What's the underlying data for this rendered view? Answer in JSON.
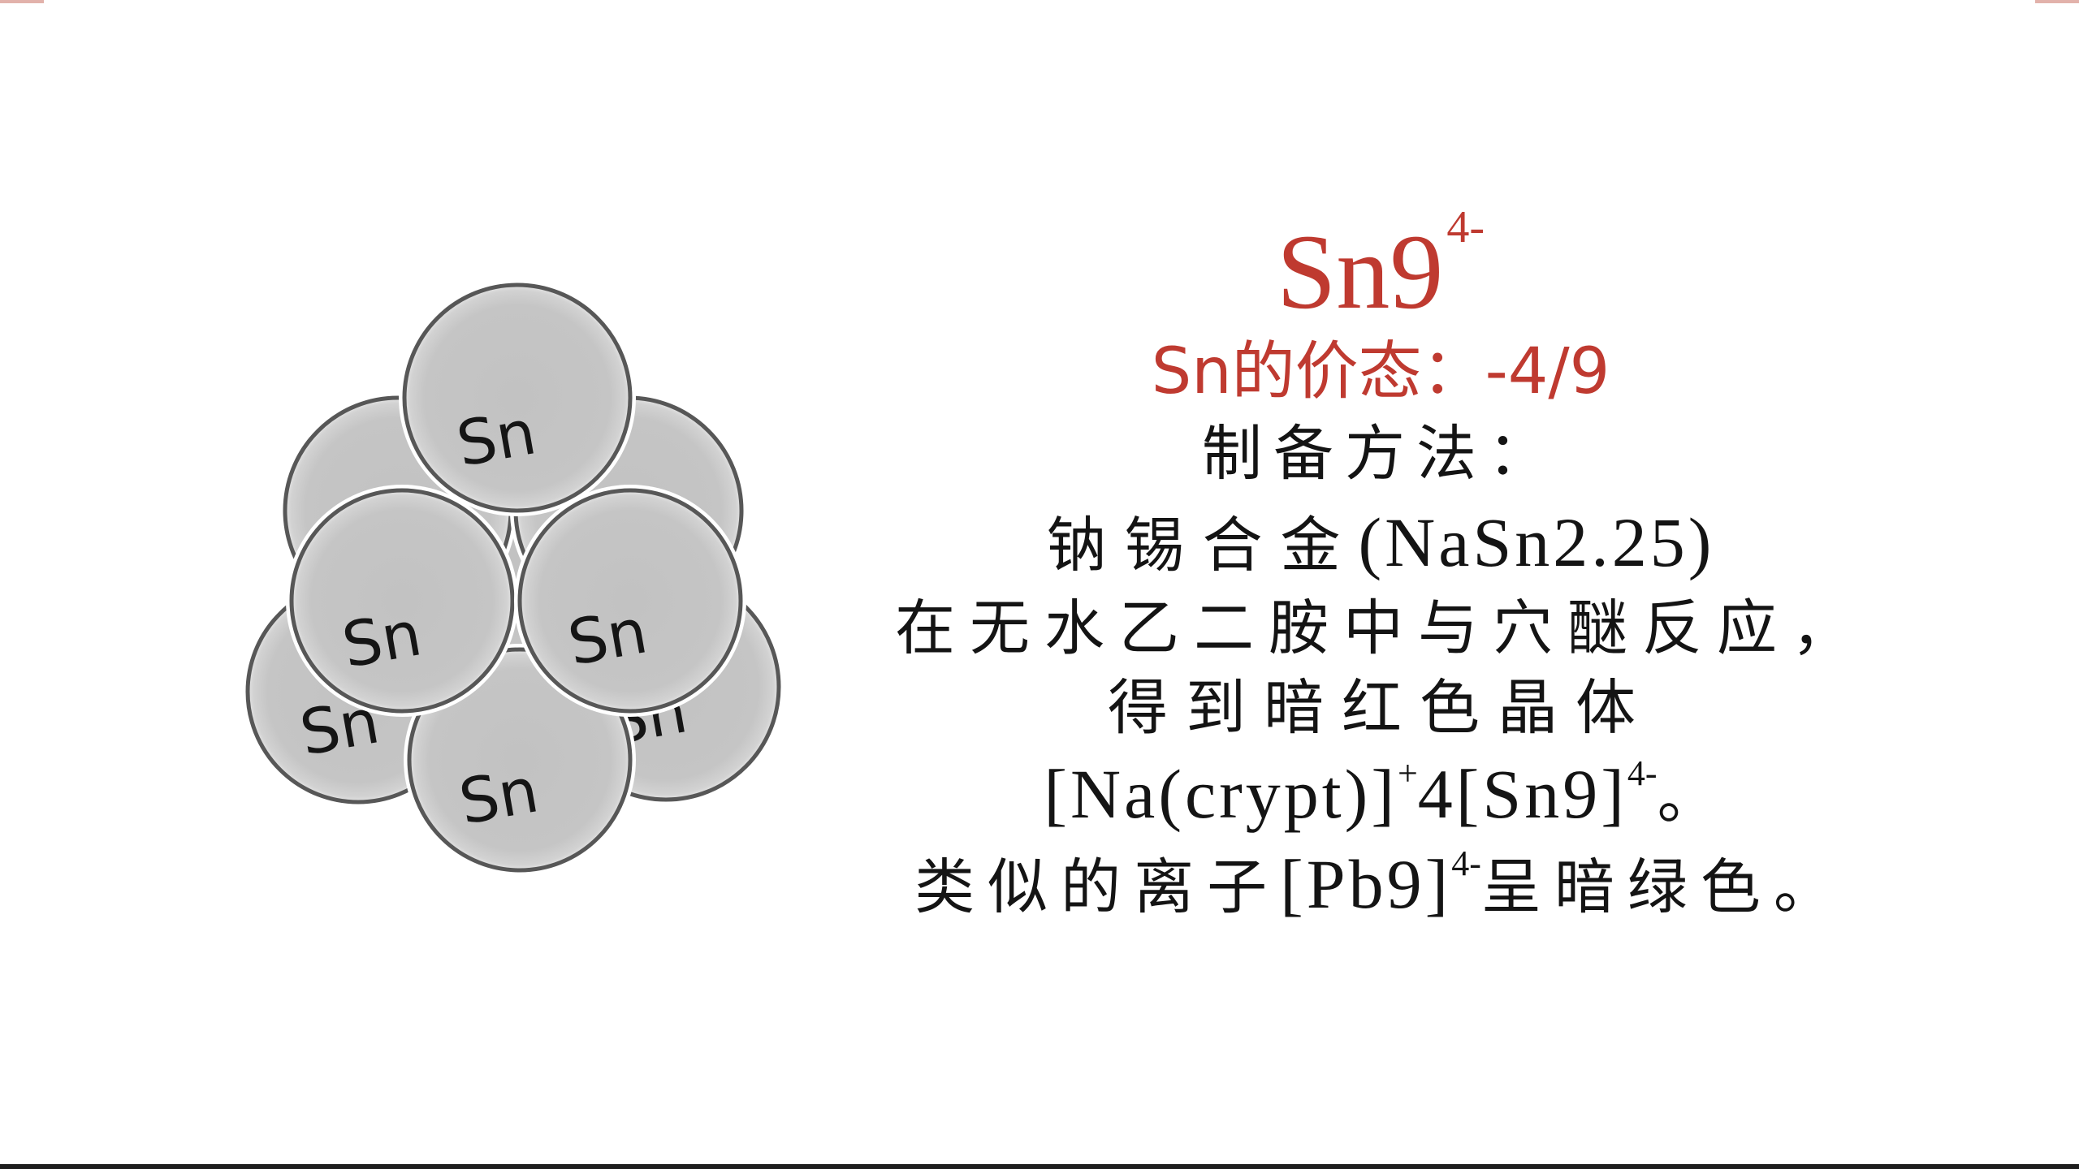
{
  "colors": {
    "title_red": "#bf3a30",
    "body_text": "#141414",
    "atom_fill": "#c5c5c5",
    "atom_outline": "#575757"
  },
  "cluster": {
    "atom_label": "Sn"
  },
  "slide": {
    "title": {
      "base": "Sn9",
      "charge": "4-"
    },
    "valence": "Sn的价态：-4/9",
    "method_heading": "制备方法：",
    "alloy": {
      "name": "钠锡合金",
      "formula": "(NaSn2.25)"
    },
    "reaction": "在无水乙二胺中与穴醚反应，",
    "product_desc": "得到暗红色晶体",
    "product_formula": {
      "cation": "[Na(crypt)]",
      "cation_charge": "+",
      "count_and_anion": "4[Sn9]",
      "anion_charge": "4-",
      "end": "。"
    },
    "similar": {
      "prefix": "类似的离子",
      "formula": "[Pb9]",
      "charge": "4-",
      "suffix": "呈暗绿色。"
    }
  }
}
